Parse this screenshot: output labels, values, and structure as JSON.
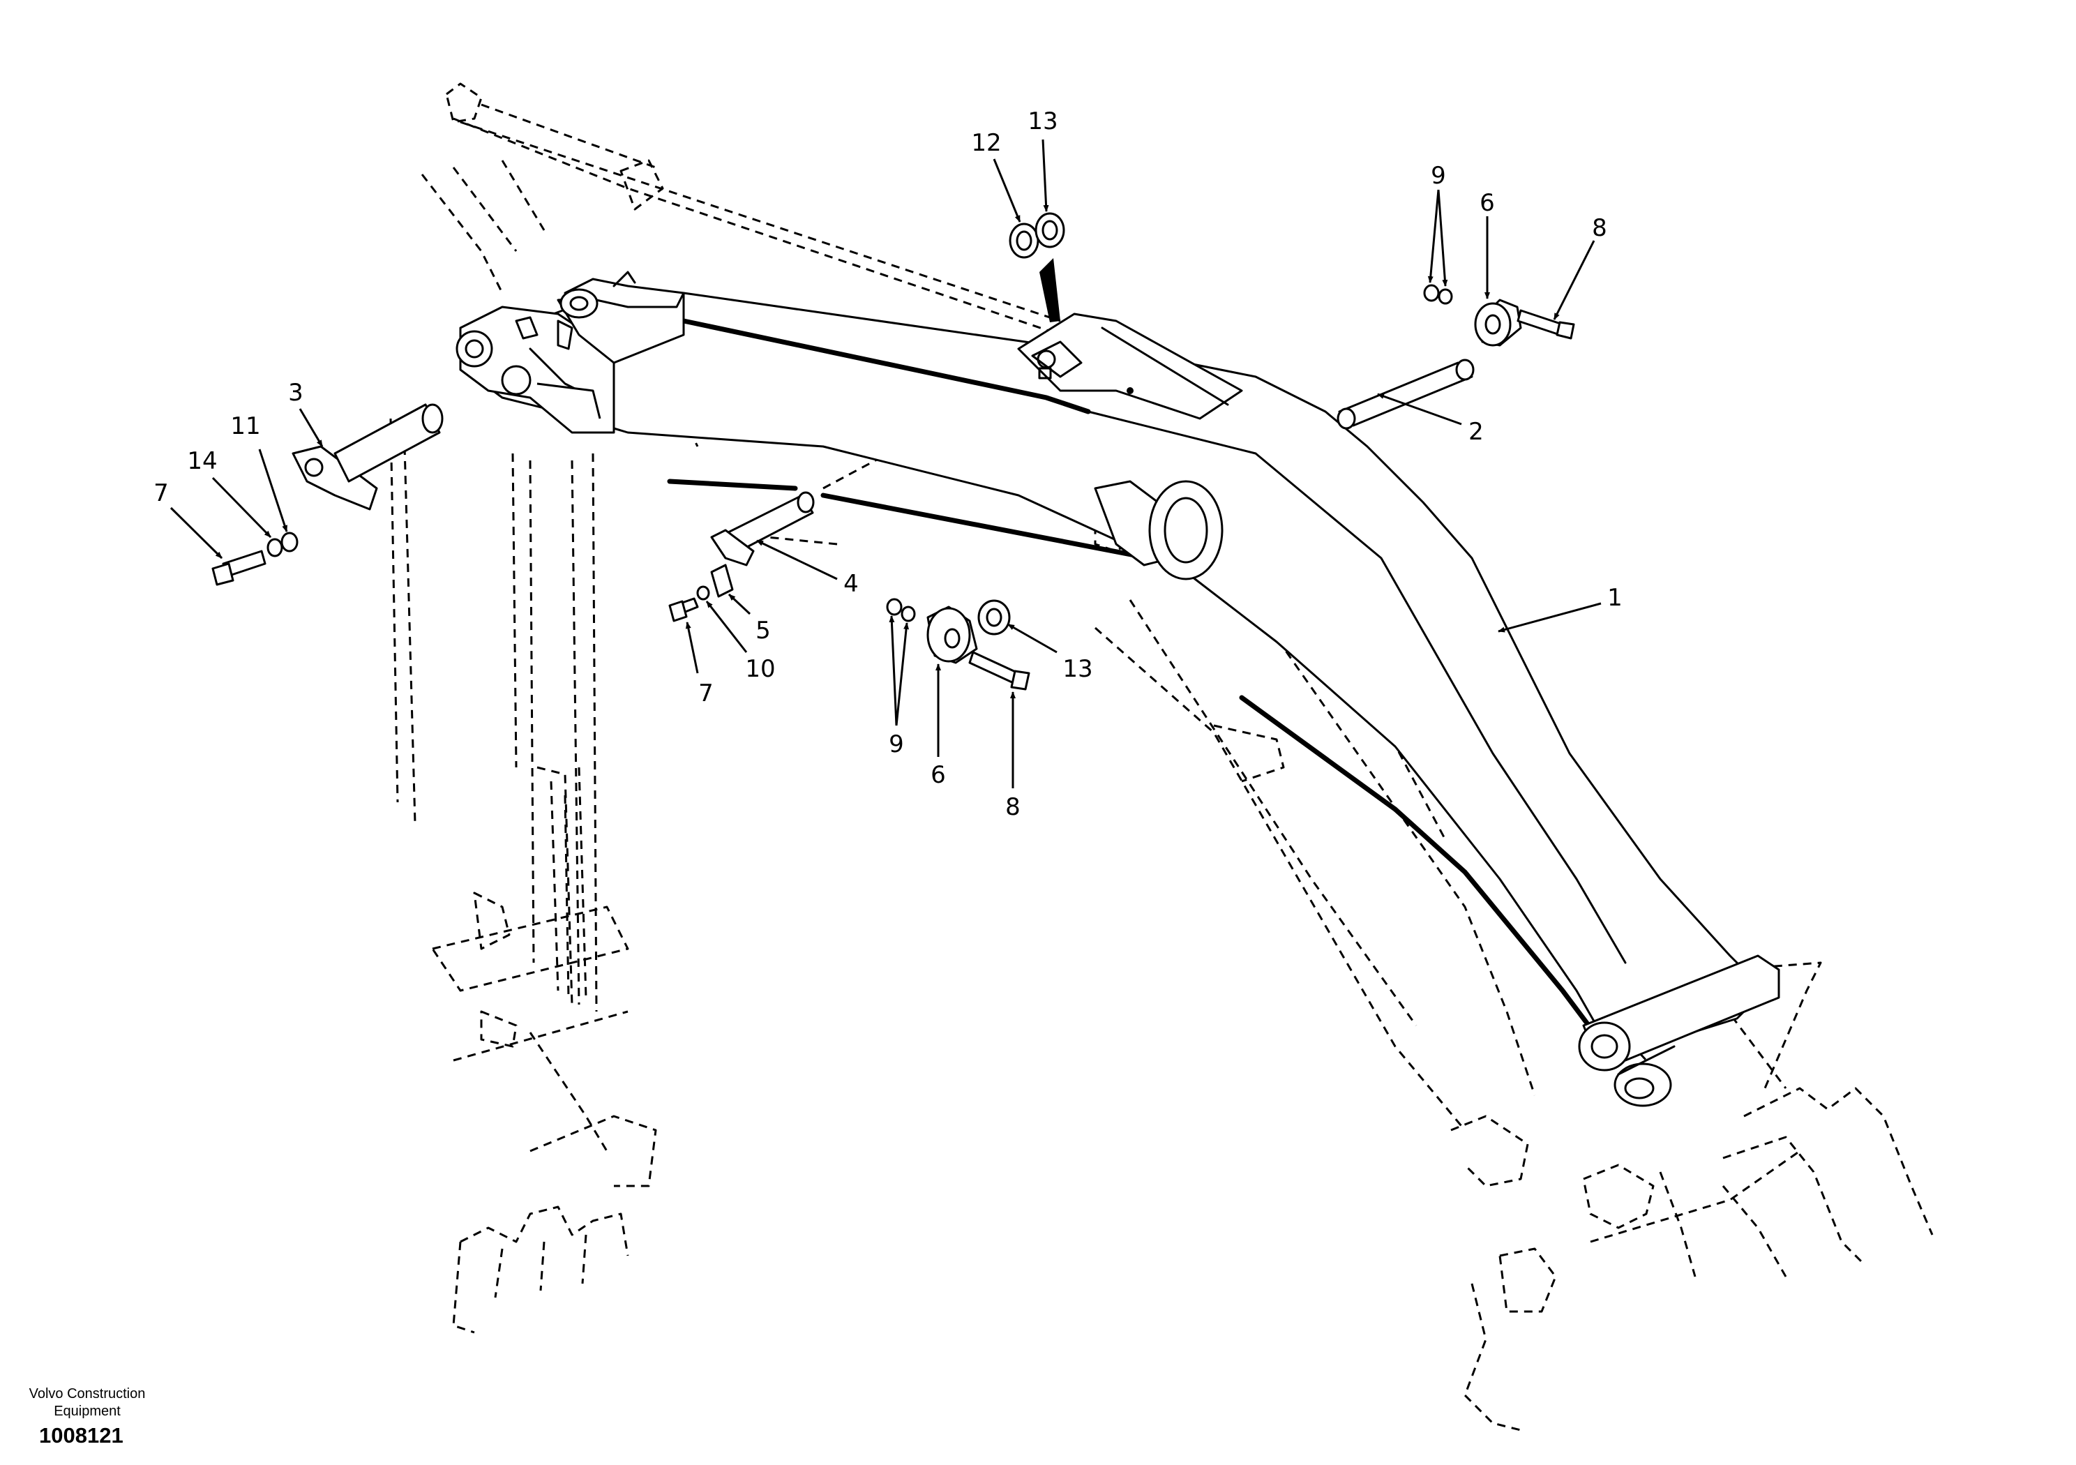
{
  "diagram": {
    "callouts": [
      "1",
      "2",
      "3",
      "4",
      "5",
      "6",
      "6",
      "7",
      "7",
      "8",
      "8",
      "9",
      "9",
      "10",
      "11",
      "12",
      "13",
      "13",
      "14"
    ]
  },
  "footer": {
    "publisher_line1": "Volvo Construction",
    "publisher_line2": "Equipment",
    "document_number": "1008121"
  }
}
